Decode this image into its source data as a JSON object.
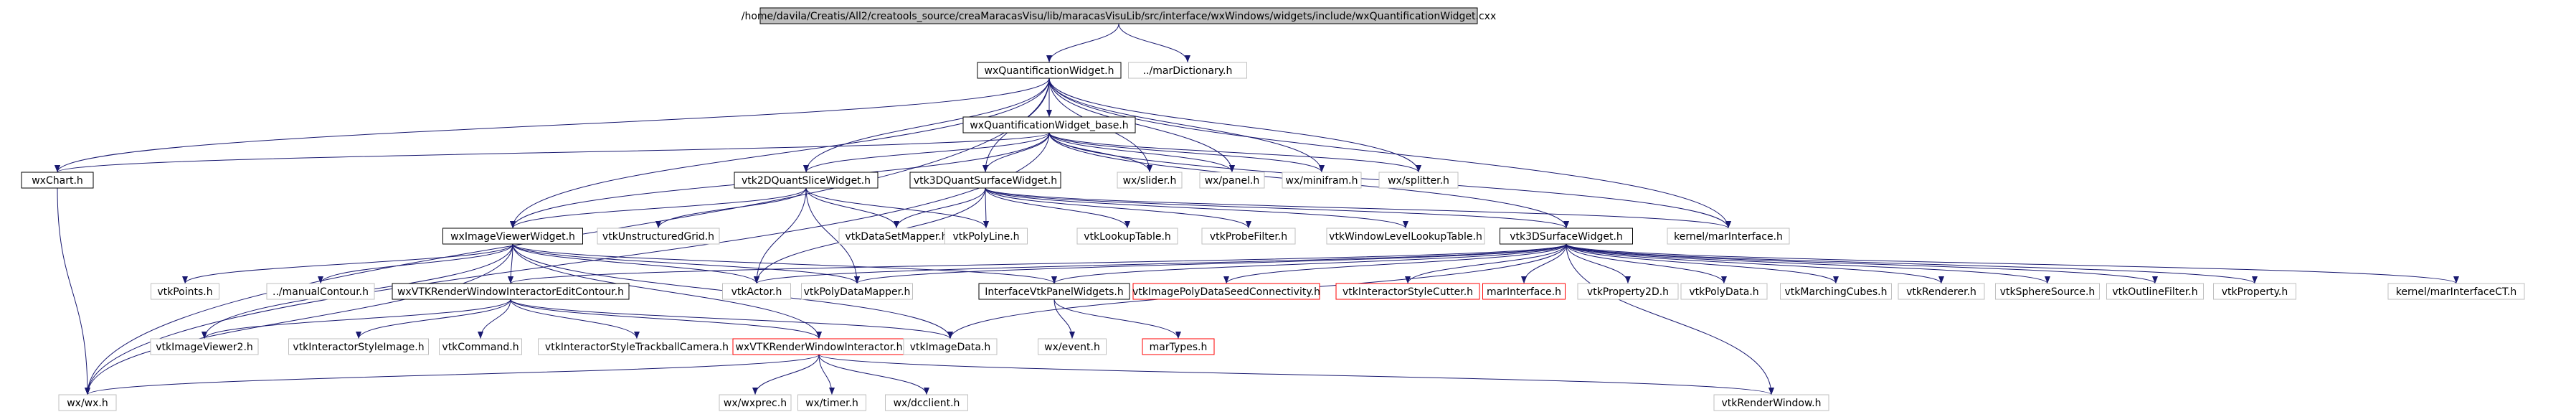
{
  "colors": {
    "edge": "#191970",
    "node_border_internal": "#000000",
    "node_border_external": "#bfbfbf",
    "node_border_missing": "#ff0000",
    "root_fill": "#bfbfbf",
    "text": "#000000"
  },
  "nodes": [
    {
      "id": "root",
      "label": "/home/davila/Creatis/All2/creatools_source/creaMaracasVisu/lib/maracasVisuLib/src/interface/wxWindows/widgets/include/wxQuantificationWidget.cxx",
      "kind": "root"
    },
    {
      "id": "wxQW",
      "label": "wxQuantificationWidget.h",
      "kind": "internal"
    },
    {
      "id": "marDict",
      "label": "../marDictionary.h",
      "kind": "external"
    },
    {
      "id": "wxQWbase",
      "label": "wxQuantificationWidget_base.h",
      "kind": "internal"
    },
    {
      "id": "wxChart",
      "label": "wxChart.h",
      "kind": "internal"
    },
    {
      "id": "vtk2D",
      "label": "vtk2DQuantSliceWidget.h",
      "kind": "internal"
    },
    {
      "id": "vtk3D",
      "label": "vtk3DQuantSurfaceWidget.h",
      "kind": "internal"
    },
    {
      "id": "slider",
      "label": "wx/slider.h",
      "kind": "external"
    },
    {
      "id": "panel",
      "label": "wx/panel.h",
      "kind": "external"
    },
    {
      "id": "minifram",
      "label": "wx/minifram.h",
      "kind": "external"
    },
    {
      "id": "splitter",
      "label": "wx/splitter.h",
      "kind": "external"
    },
    {
      "id": "kernelMar",
      "label": "kernel/marInterface.h",
      "kind": "external"
    },
    {
      "id": "wxIVW",
      "label": "wxImageViewerWidget.h",
      "kind": "internal"
    },
    {
      "id": "vtkUG",
      "label": "vtkUnstructuredGrid.h",
      "kind": "external"
    },
    {
      "id": "vtkDSM",
      "label": "vtkDataSetMapper.h",
      "kind": "external"
    },
    {
      "id": "vtkPL",
      "label": "vtkPolyLine.h",
      "kind": "external"
    },
    {
      "id": "vtkLT",
      "label": "vtkLookupTable.h",
      "kind": "external"
    },
    {
      "id": "vtkPF",
      "label": "vtkProbeFilter.h",
      "kind": "external"
    },
    {
      "id": "vtkWLLT",
      "label": "vtkWindowLevelLookupTable.h",
      "kind": "external"
    },
    {
      "id": "vtk3DSW",
      "label": "vtk3DSurfaceWidget.h",
      "kind": "internal"
    },
    {
      "id": "vtkPoints",
      "label": "vtkPoints.h",
      "kind": "external"
    },
    {
      "id": "manualC",
      "label": "../manualContour.h",
      "kind": "external"
    },
    {
      "id": "wxVTKEdit",
      "label": "wxVTKRenderWindowInteractorEditContour.h",
      "kind": "internal"
    },
    {
      "id": "vtkActor",
      "label": "vtkActor.h",
      "kind": "external"
    },
    {
      "id": "vtkPDM",
      "label": "vtkPolyDataMapper.h",
      "kind": "external"
    },
    {
      "id": "IVPW",
      "label": "InterfaceVtkPanelWidgets.h",
      "kind": "internal"
    },
    {
      "id": "vtkIPDSC",
      "label": "vtkImagePolyDataSeedConnectivity.h",
      "kind": "missing"
    },
    {
      "id": "vtkISC",
      "label": "vtkInteractorStyleCutter.h",
      "kind": "missing"
    },
    {
      "id": "marIf",
      "label": "marInterface.h",
      "kind": "missing"
    },
    {
      "id": "vtkP2D",
      "label": "vtkProperty2D.h",
      "kind": "external"
    },
    {
      "id": "vtkPD",
      "label": "vtkPolyData.h",
      "kind": "external"
    },
    {
      "id": "vtkMC",
      "label": "vtkMarchingCubes.h",
      "kind": "external"
    },
    {
      "id": "vtkRen",
      "label": "vtkRenderer.h",
      "kind": "external"
    },
    {
      "id": "vtkSS",
      "label": "vtkSphereSource.h",
      "kind": "external"
    },
    {
      "id": "vtkOF",
      "label": "vtkOutlineFilter.h",
      "kind": "external"
    },
    {
      "id": "vtkProp",
      "label": "vtkProperty.h",
      "kind": "external"
    },
    {
      "id": "kernelMarCT",
      "label": "kernel/marInterfaceCT.h",
      "kind": "external"
    },
    {
      "id": "vtkIV2",
      "label": "vtkImageViewer2.h",
      "kind": "external"
    },
    {
      "id": "vtkISI",
      "label": "vtkInteractorStyleImage.h",
      "kind": "external"
    },
    {
      "id": "vtkCmd",
      "label": "vtkCommand.h",
      "kind": "external"
    },
    {
      "id": "vtkISTC",
      "label": "vtkInteractorStyleTrackballCamera.h",
      "kind": "external"
    },
    {
      "id": "wxVTKRWI",
      "label": "wxVTKRenderWindowInteractor.h",
      "kind": "missing"
    },
    {
      "id": "vtkID",
      "label": "vtkImageData.h",
      "kind": "external"
    },
    {
      "id": "wxEvent",
      "label": "wx/event.h",
      "kind": "external"
    },
    {
      "id": "marTypes",
      "label": "marTypes.h",
      "kind": "missing"
    },
    {
      "id": "wxwx",
      "label": "wx/wx.h",
      "kind": "external"
    },
    {
      "id": "wxprec",
      "label": "wx/wxprec.h",
      "kind": "external"
    },
    {
      "id": "timer",
      "label": "wx/timer.h",
      "kind": "external"
    },
    {
      "id": "dcclient",
      "label": "wx/dcclient.h",
      "kind": "external"
    },
    {
      "id": "vtkRW",
      "label": "vtkRenderWindow.h",
      "kind": "external"
    }
  ],
  "edges": [
    [
      "root",
      "wxQW"
    ],
    [
      "root",
      "marDict"
    ],
    [
      "wxQW",
      "wxQWbase"
    ],
    [
      "wxQW",
      "wxChart"
    ],
    [
      "wxQW",
      "vtk2D"
    ],
    [
      "wxQW",
      "vtk3D"
    ],
    [
      "wxQW",
      "slider"
    ],
    [
      "wxQW",
      "panel"
    ],
    [
      "wxQW",
      "minifram"
    ],
    [
      "wxQW",
      "splitter"
    ],
    [
      "wxQW",
      "kernelMar"
    ],
    [
      "wxQW",
      "wxIVW"
    ],
    [
      "wxQW",
      "wxwx"
    ],
    [
      "wxQWbase",
      "wxChart"
    ],
    [
      "wxQWbase",
      "vtk2D"
    ],
    [
      "wxQWbase",
      "vtk3D"
    ],
    [
      "wxQWbase",
      "slider"
    ],
    [
      "wxQWbase",
      "panel"
    ],
    [
      "wxQWbase",
      "minifram"
    ],
    [
      "wxQWbase",
      "splitter"
    ],
    [
      "wxQWbase",
      "kernelMar"
    ],
    [
      "wxQWbase",
      "wxIVW"
    ],
    [
      "wxQWbase",
      "wxwx"
    ],
    [
      "wxQWbase",
      "vtk3DSW"
    ],
    [
      "wxChart",
      "wxwx"
    ],
    [
      "vtk2D",
      "wxIVW"
    ],
    [
      "vtk2D",
      "vtkUG"
    ],
    [
      "vtk2D",
      "vtkDSM"
    ],
    [
      "vtk2D",
      "vtkPL"
    ],
    [
      "vtk2D",
      "vtkActor"
    ],
    [
      "vtk2D",
      "vtkPDM"
    ],
    [
      "vtk3D",
      "vtkDSM"
    ],
    [
      "vtk3D",
      "vtkPL"
    ],
    [
      "vtk3D",
      "vtkLT"
    ],
    [
      "vtk3D",
      "vtkPF"
    ],
    [
      "vtk3D",
      "vtkWLLT"
    ],
    [
      "vtk3D",
      "vtk3DSW"
    ],
    [
      "vtk3D",
      "vtkActor"
    ],
    [
      "vtk3D",
      "kernelMar"
    ],
    [
      "wxIVW",
      "vtkPoints"
    ],
    [
      "wxIVW",
      "manualC"
    ],
    [
      "wxIVW",
      "wxVTKEdit"
    ],
    [
      "wxIVW",
      "vtkActor"
    ],
    [
      "wxIVW",
      "vtkPDM"
    ],
    [
      "wxIVW",
      "IVPW"
    ],
    [
      "wxIVW",
      "vtkIV2"
    ],
    [
      "wxIVW",
      "wxVTKRWI"
    ],
    [
      "wxIVW",
      "vtkID"
    ],
    [
      "wxIVW",
      "wxwx"
    ],
    [
      "vtk3DSW",
      "vtkActor"
    ],
    [
      "vtk3DSW",
      "vtkPDM"
    ],
    [
      "vtk3DSW",
      "IVPW"
    ],
    [
      "vtk3DSW",
      "vtkIPDSC"
    ],
    [
      "vtk3DSW",
      "vtkISC"
    ],
    [
      "vtk3DSW",
      "marIf"
    ],
    [
      "vtk3DSW",
      "vtkP2D"
    ],
    [
      "vtk3DSW",
      "vtkPD"
    ],
    [
      "vtk3DSW",
      "vtkMC"
    ],
    [
      "vtk3DSW",
      "vtkRen"
    ],
    [
      "vtk3DSW",
      "vtkSS"
    ],
    [
      "vtk3DSW",
      "vtkOF"
    ],
    [
      "vtk3DSW",
      "vtkProp"
    ],
    [
      "vtk3DSW",
      "kernelMarCT"
    ],
    [
      "vtk3DSW",
      "wxVTKEdit"
    ],
    [
      "vtk3DSW",
      "vtkID"
    ],
    [
      "vtk3DSW",
      "vtkRW"
    ],
    [
      "wxVTKEdit",
      "vtkIV2"
    ],
    [
      "wxVTKEdit",
      "vtkISI"
    ],
    [
      "wxVTKEdit",
      "vtkCmd"
    ],
    [
      "wxVTKEdit",
      "vtkISTC"
    ],
    [
      "wxVTKEdit",
      "wxVTKRWI"
    ],
    [
      "wxVTKEdit",
      "vtkID"
    ],
    [
      "IVPW",
      "wxEvent"
    ],
    [
      "IVPW",
      "marTypes"
    ],
    [
      "wxVTKRWI",
      "wxwx"
    ],
    [
      "wxVTKRWI",
      "wxprec"
    ],
    [
      "wxVTKRWI",
      "timer"
    ],
    [
      "wxVTKRWI",
      "dcclient"
    ],
    [
      "wxVTKRWI",
      "vtkRW"
    ]
  ]
}
